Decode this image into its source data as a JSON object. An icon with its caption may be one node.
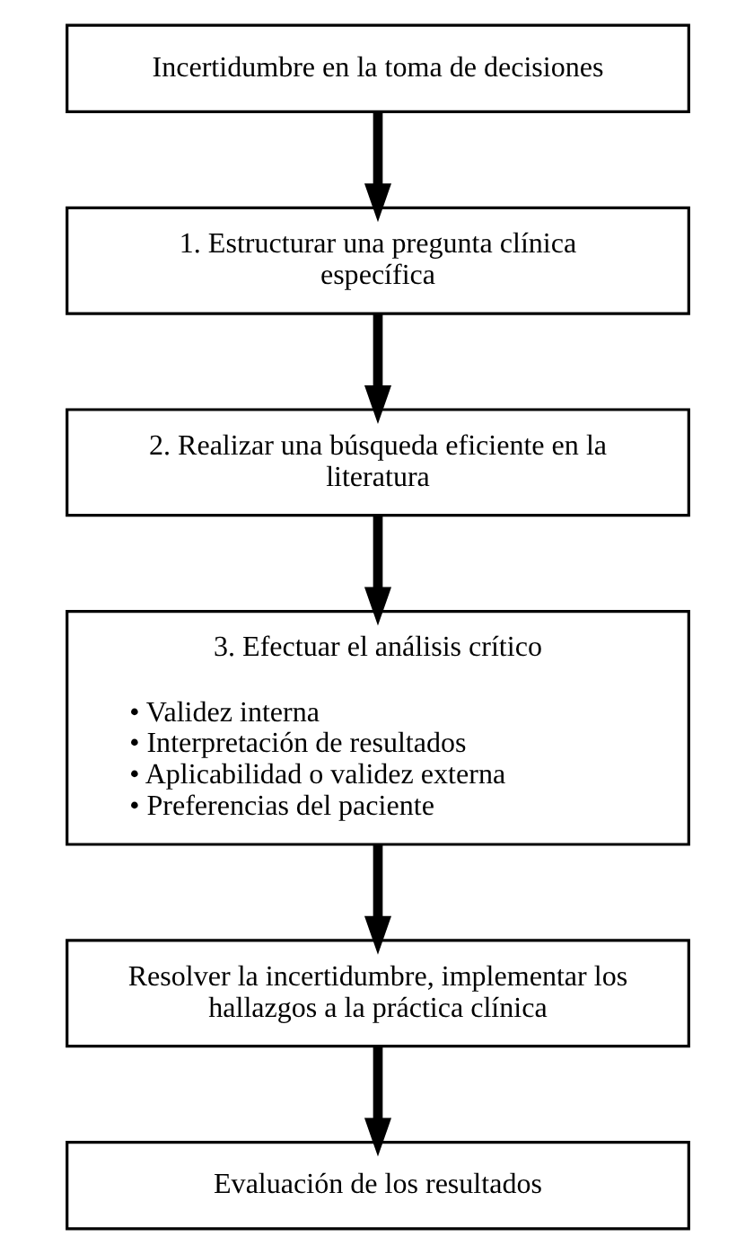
{
  "diagram": {
    "nodes": [
      {
        "text": [
          "Incertidumbre en la toma de decisiones"
        ]
      },
      {
        "text": [
          "1. Estructurar una pregunta clínica específica"
        ]
      },
      {
        "text": [
          "2. Realizar una búsqueda eficiente en la literatura"
        ]
      },
      {
        "text": [
          "3. Efectuar el análisis crítico",
          "• Validez interna",
          "• Interpretación de resultados",
          "• Aplicabilidad o validez externa",
          "• Preferencias del paciente"
        ]
      },
      {
        "text": [
          "Resolver la incertidumbre, implementar los hallazgos a la práctica clínica"
        ]
      },
      {
        "text": [
          "Evaluación de los resultados"
        ]
      }
    ],
    "edges": [
      {
        "from": 0,
        "to": 1,
        "arrow": "to"
      },
      {
        "from": 1,
        "to": 2,
        "arrow": "to"
      },
      {
        "from": 2,
        "to": 3,
        "arrow": "to"
      },
      {
        "from": 3,
        "to": 4,
        "arrow": "to"
      },
      {
        "from": 4,
        "to": 5,
        "arrow": "to"
      }
    ]
  }
}
